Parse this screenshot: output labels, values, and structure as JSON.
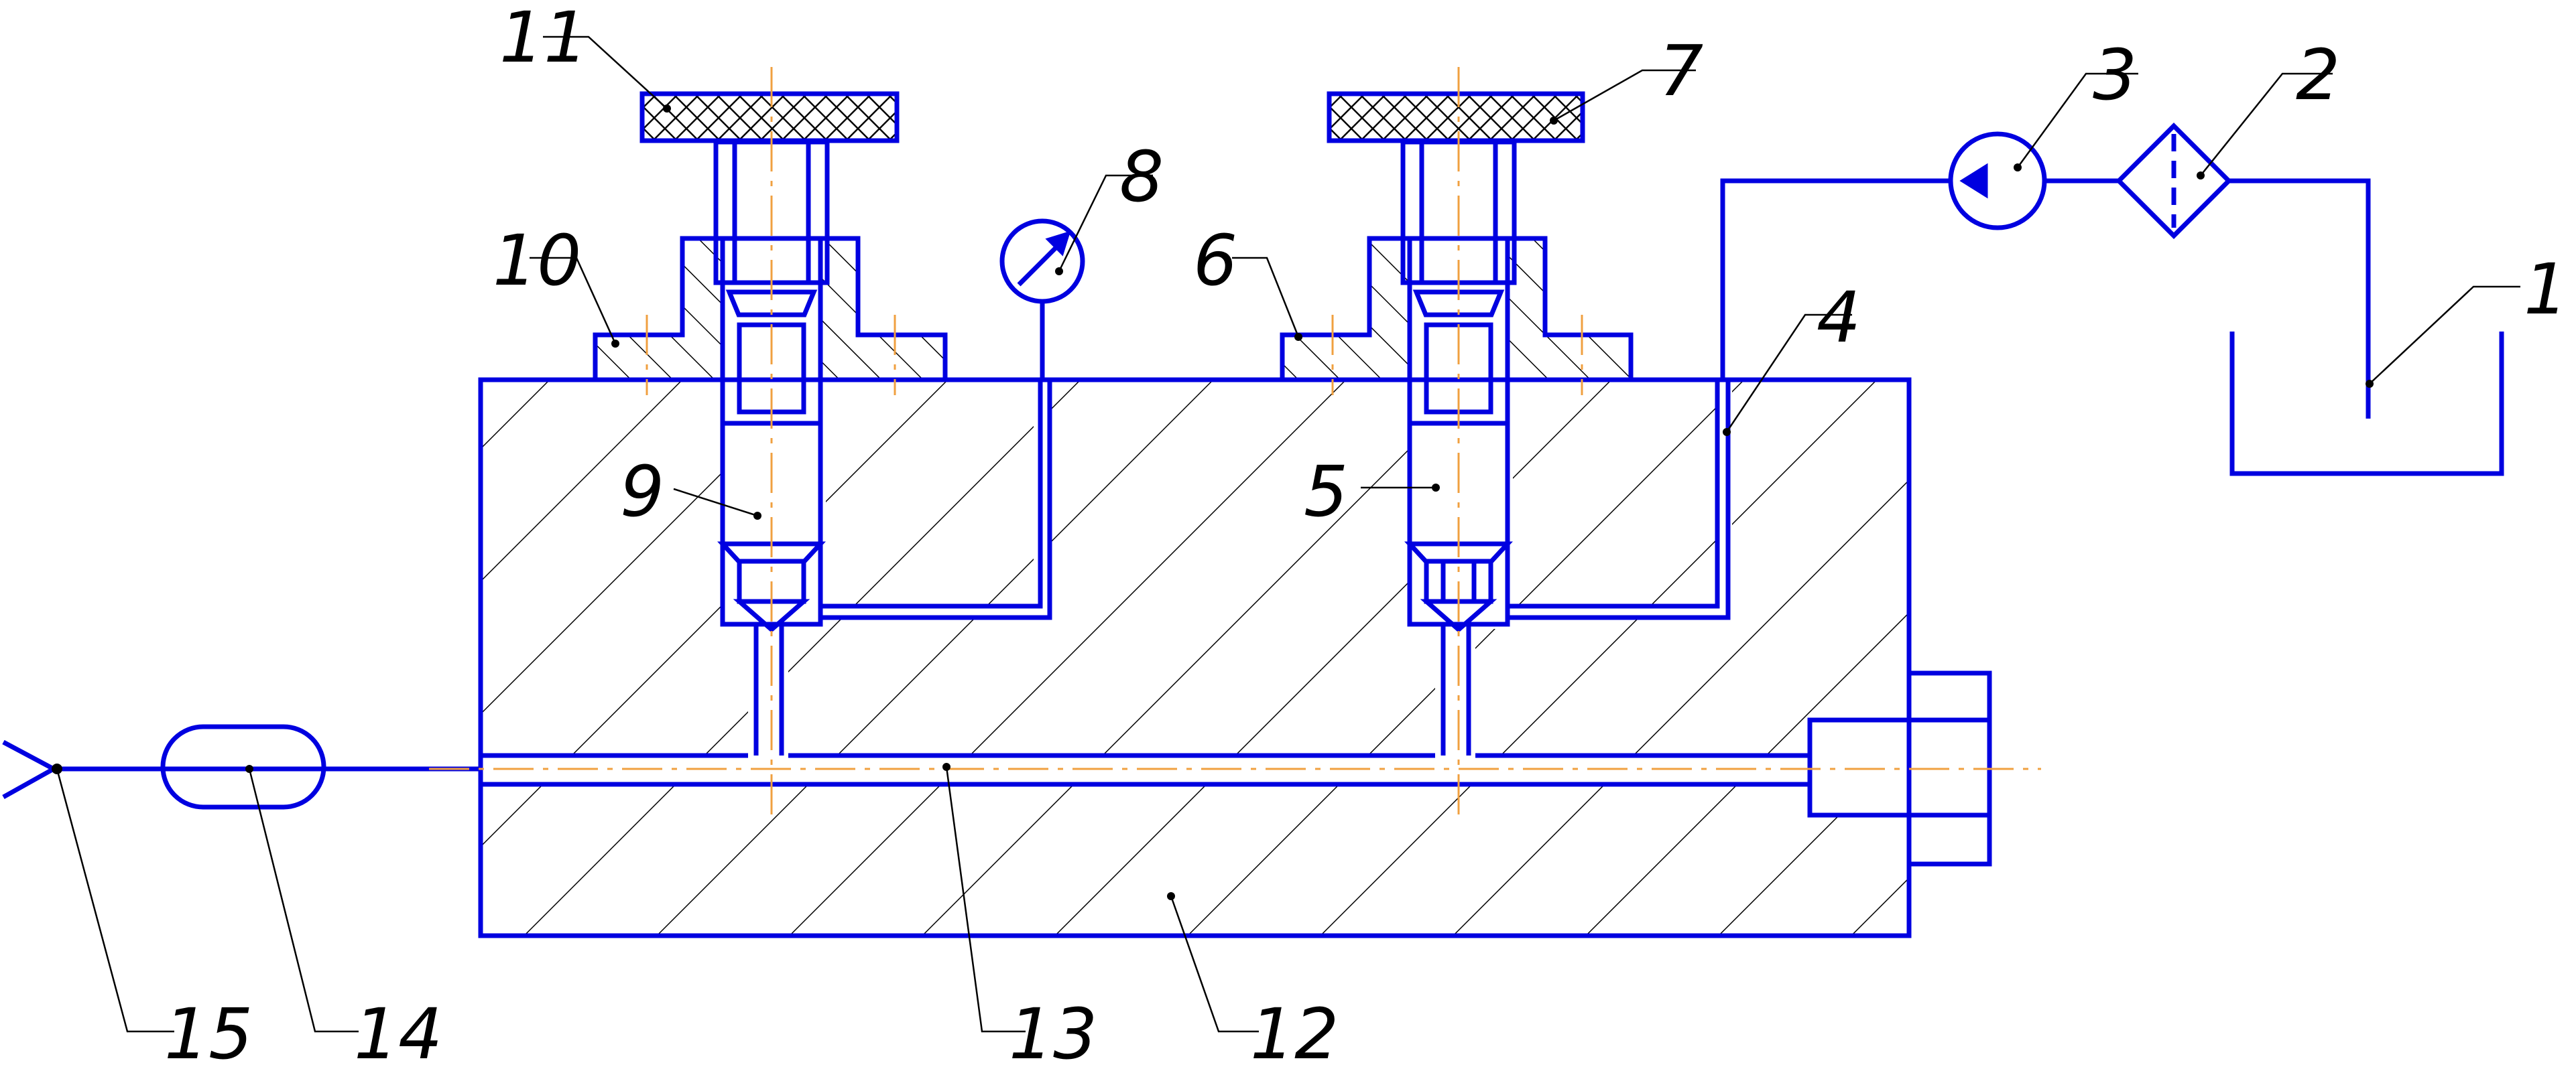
{
  "diagram": {
    "colors": {
      "outline": "#0000e0",
      "axis": "#f0a040",
      "hatch": "#000000",
      "leader": "#000000",
      "text": "#000000",
      "background": "#ffffff"
    },
    "callouts": [
      {
        "id": "c1",
        "label": "1"
      },
      {
        "id": "c2",
        "label": "2"
      },
      {
        "id": "c3",
        "label": "3"
      },
      {
        "id": "c4",
        "label": "4"
      },
      {
        "id": "c5",
        "label": "5"
      },
      {
        "id": "c6",
        "label": "6"
      },
      {
        "id": "c7",
        "label": "7"
      },
      {
        "id": "c8",
        "label": "8"
      },
      {
        "id": "c9",
        "label": "9"
      },
      {
        "id": "c10",
        "label": "10"
      },
      {
        "id": "c11",
        "label": "11"
      },
      {
        "id": "c12",
        "label": "12"
      },
      {
        "id": "c13",
        "label": "13"
      },
      {
        "id": "c14",
        "label": "14"
      },
      {
        "id": "c15",
        "label": "15"
      }
    ]
  }
}
